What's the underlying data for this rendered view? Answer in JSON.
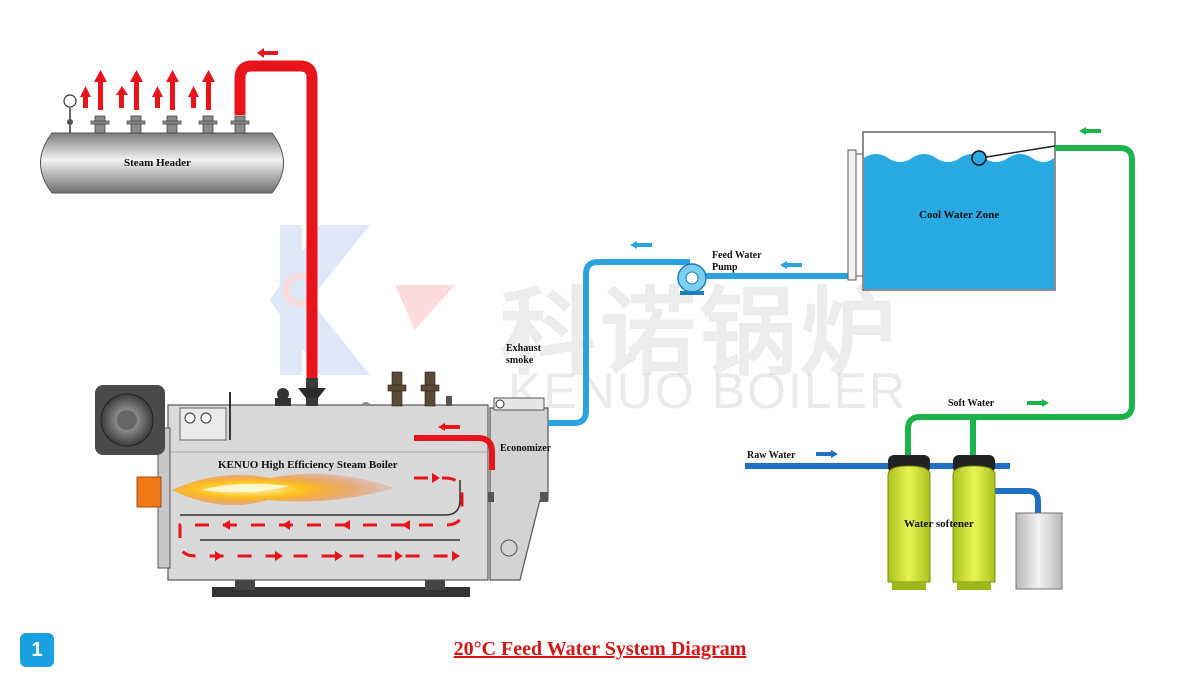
{
  "diagram": {
    "title": "20°C Feed Water System Diagram",
    "badge": "1",
    "watermark": {
      "chinese": "科诺锅炉",
      "english": "KENUO BOILER"
    },
    "labels": {
      "steam_header": "Steam Header",
      "cool_water_zone": "Cool Water Zone",
      "feed_water_pump_line1": "Feed Water",
      "feed_water_pump_line2": "Pump",
      "exhaust_smoke_line1": "Exhaust",
      "exhaust_smoke_line2": "smoke",
      "economizer": "Economizer",
      "boiler": "KENUO High Efficiency Steam Boiler",
      "soft_water": "Soft Water",
      "raw_water": "Raw Water",
      "water_softener": "Water softener"
    },
    "colors": {
      "steam_pipe": "#e8141c",
      "feed_pipe": "#2aa3e0",
      "soft_water_pipe": "#1cb34a",
      "raw_water_pipe": "#1f6fc4",
      "tank_water": "#29a9e1",
      "softener": "#d6ec3a",
      "title": "#d81515",
      "badge": "#1aa0e0"
    },
    "icons": [
      "flow-arrow-icon",
      "pressure-gauge-icon",
      "safety-valve-icon",
      "flame-icon",
      "pump-icon",
      "float-valve-icon"
    ]
  }
}
